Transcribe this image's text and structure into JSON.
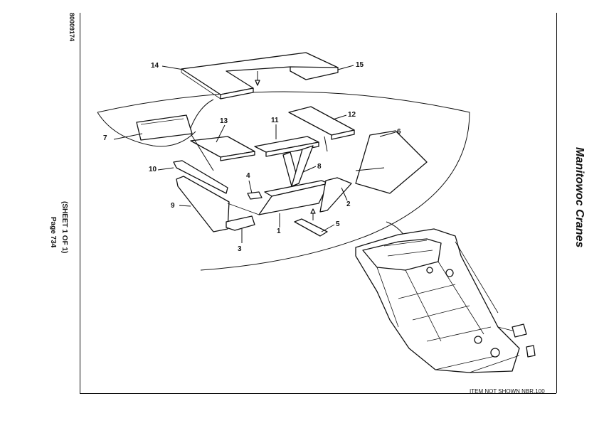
{
  "drawing_id": "80009174",
  "sheet_label": "(SHEET 1 OF 1)",
  "page_label": "Page 734",
  "brand": "Manitowoc Cranes",
  "footer_note": "ITEM NOT SHOWN NBR.100",
  "callouts": {
    "c1": "1",
    "c2": "2",
    "c3": "3",
    "c4": "4",
    "c5": "5",
    "c6": "6",
    "c7": "7",
    "c8": "8",
    "c9": "9",
    "c10": "10",
    "c11": "11",
    "c12": "12",
    "c13": "13",
    "c14": "14",
    "c15": "15"
  }
}
